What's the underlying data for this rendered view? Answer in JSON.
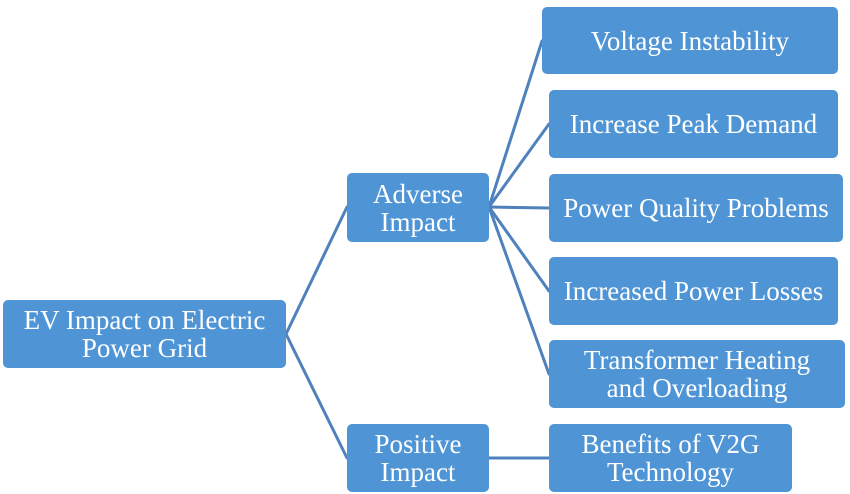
{
  "diagram": {
    "root": {
      "label": "EV Impact on Electric\nPower Grid"
    },
    "branches": {
      "adverse": {
        "label": "Adverse\nImpact"
      },
      "positive": {
        "label": "Positive\nImpact"
      }
    },
    "adverse_items": [
      {
        "label": "Voltage Instability"
      },
      {
        "label": "Increase Peak Demand"
      },
      {
        "label": "Power Quality Problems"
      },
      {
        "label": "Increased Power Losses"
      },
      {
        "label": "Transformer Heating\nand Overloading"
      }
    ],
    "positive_items": [
      {
        "label": "Benefits of V2G\nTechnology"
      }
    ],
    "colors": {
      "node_fill": "#4f95d6",
      "connector": "#4f81bd",
      "text": "#ffffff"
    }
  }
}
